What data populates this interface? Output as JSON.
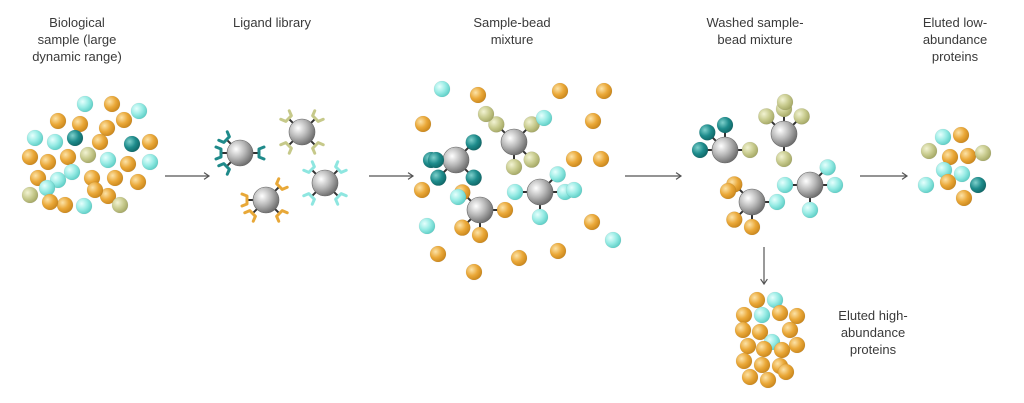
{
  "stages": [
    {
      "id": "biological-sample",
      "label": "Biological\nsample (large\ndynamic range)"
    },
    {
      "id": "ligand-library",
      "label": "Ligand library"
    },
    {
      "id": "sample-bead-mixture",
      "label": "Sample-bead\nmixture"
    },
    {
      "id": "washed-mixture",
      "label": "Washed sample-\nbead mixture"
    },
    {
      "id": "eluted-low",
      "label": "Eluted low-\nabundance\nproteins"
    },
    {
      "id": "eluted-high",
      "label": "Eluted high-\nabundance\nproteins"
    }
  ],
  "colors": {
    "orange": "#e8a838",
    "teal_dark": "#1f8a8a",
    "cyan_light": "#8ee6e0",
    "olive": "#c6c98a",
    "bead_gray": "#9c9c9c",
    "ligand_stem": "#333333",
    "arrow": "#555555",
    "text": "#3a3a3a"
  }
}
